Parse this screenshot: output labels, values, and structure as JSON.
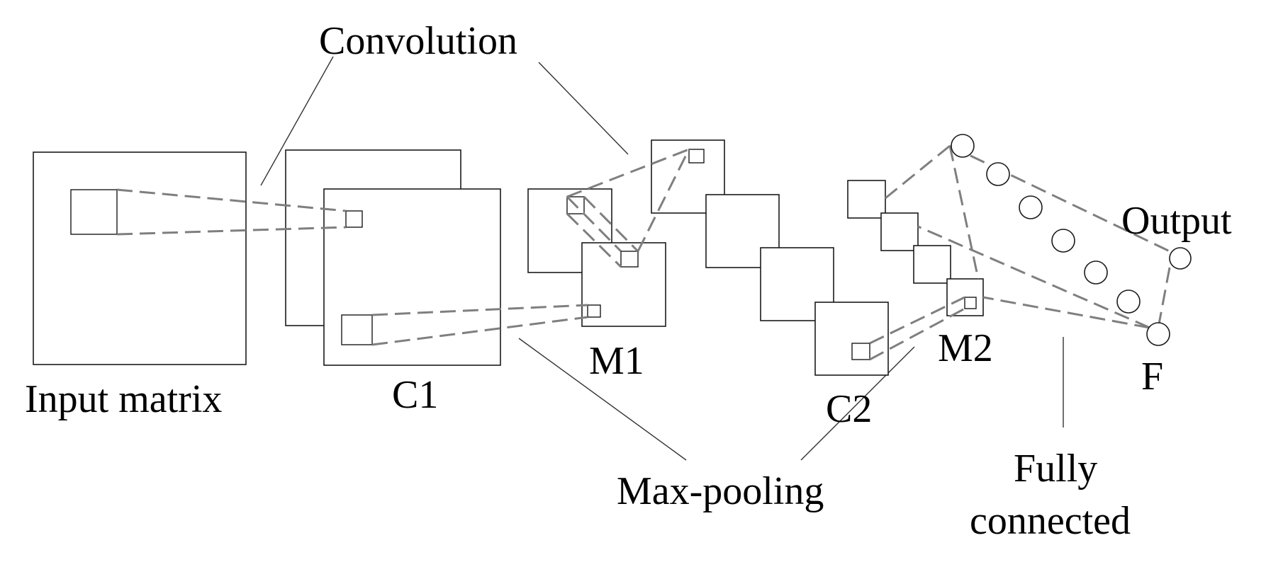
{
  "labels": {
    "convolution": "Convolution",
    "input_matrix": "Input matrix",
    "c1": "C1",
    "m1": "M1",
    "c2": "C2",
    "m2": "M2",
    "f": "F",
    "output": "Output",
    "max_pooling": "Max-pooling",
    "fully": "Fully",
    "connected": "connected"
  },
  "colors": {
    "stroke": "#1a1a1a",
    "dashed_connection": "#7f7f7f"
  }
}
